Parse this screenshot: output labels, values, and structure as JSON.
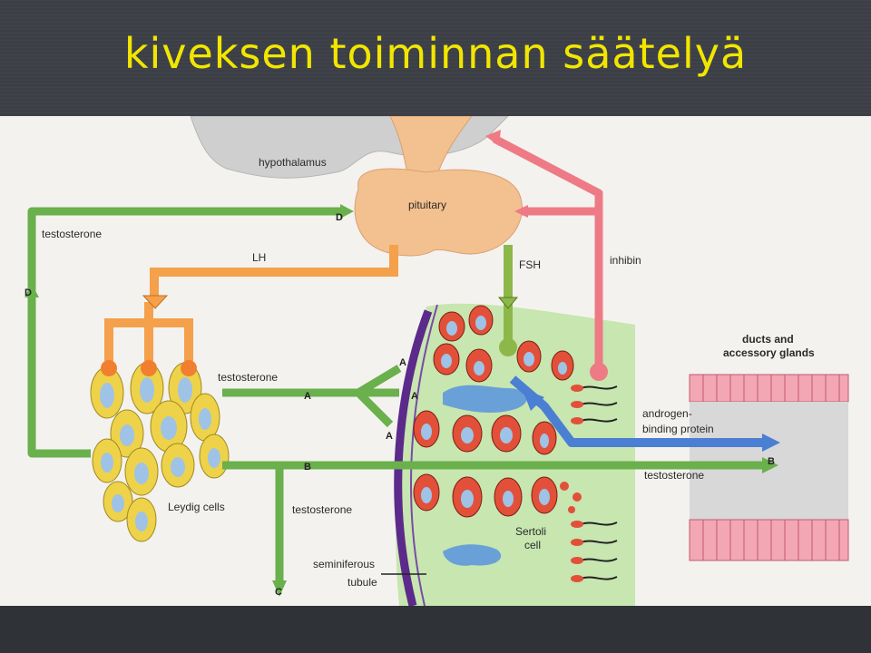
{
  "slide": {
    "title": "kiveksen toiminnan säätelyä"
  },
  "diagram": {
    "labels": {
      "hypothalamus": "hypothalamus",
      "pituitary": "pituitary",
      "lh": "LH",
      "fsh": "FSH",
      "inhibin": "inhibin",
      "testosterone_feedback": "testosterone",
      "testosterone_leydig": "testosterone",
      "testosterone_lower": "testosterone",
      "testosterone_duct": "testosterone",
      "leydig_cells": "Leydig cells",
      "sertoli_cell_1": "Sertoli",
      "sertoli_cell_2": "cell",
      "seminiferous_1": "seminiferous",
      "seminiferous_2": "tubule",
      "ducts_1": "ducts and",
      "ducts_2": "accessory glands",
      "abp_1": "androgen-",
      "abp_2": "binding protein"
    },
    "markers": {
      "d_pituitary": "D",
      "d_left": "D",
      "a_main": "A",
      "a_up": "A",
      "a_mid": "A",
      "a_down": "A",
      "b_main": "B",
      "b_end": "B",
      "c_end": "C"
    },
    "colors": {
      "green_path": "#6ab04c",
      "orange_path": "#f5a04a",
      "pink_path": "#ee7a86",
      "blue_path": "#4a7fd4",
      "fsh_path": "#8cb84a",
      "purple_membrane": "#5b2a8a",
      "red_cell": "#e2503a",
      "sertoli_green": "#c7e6b0",
      "leydig_yellow": "#eed24a",
      "leydig_nucleus": "#9ec3e6",
      "pituitary": "#f3c08f",
      "hypothalamus": "#cfcfcf",
      "duct_pink": "#f3a6b4"
    }
  }
}
